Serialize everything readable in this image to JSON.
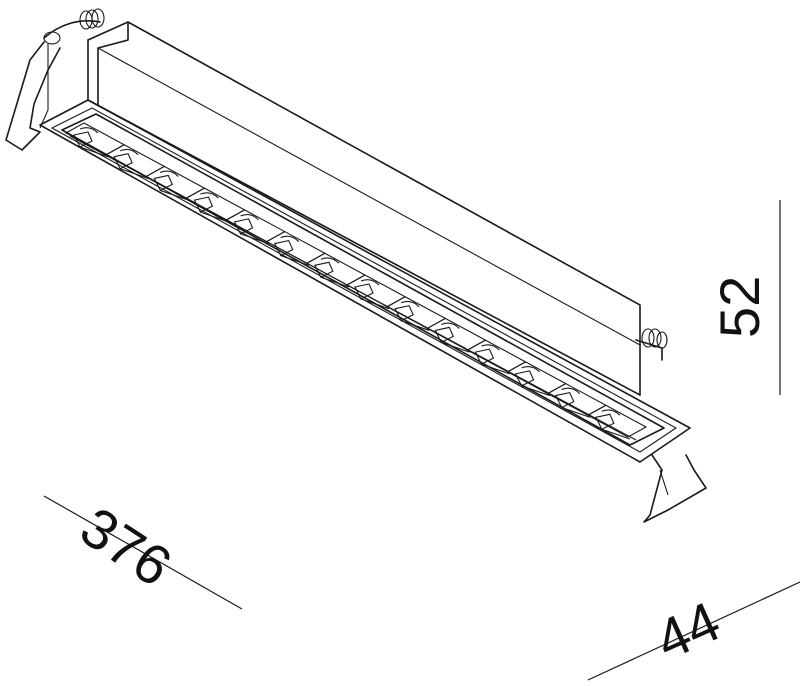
{
  "dimensions": {
    "length": "376",
    "width": "44",
    "height": "52"
  },
  "fixture": {
    "led_cells": 14
  }
}
